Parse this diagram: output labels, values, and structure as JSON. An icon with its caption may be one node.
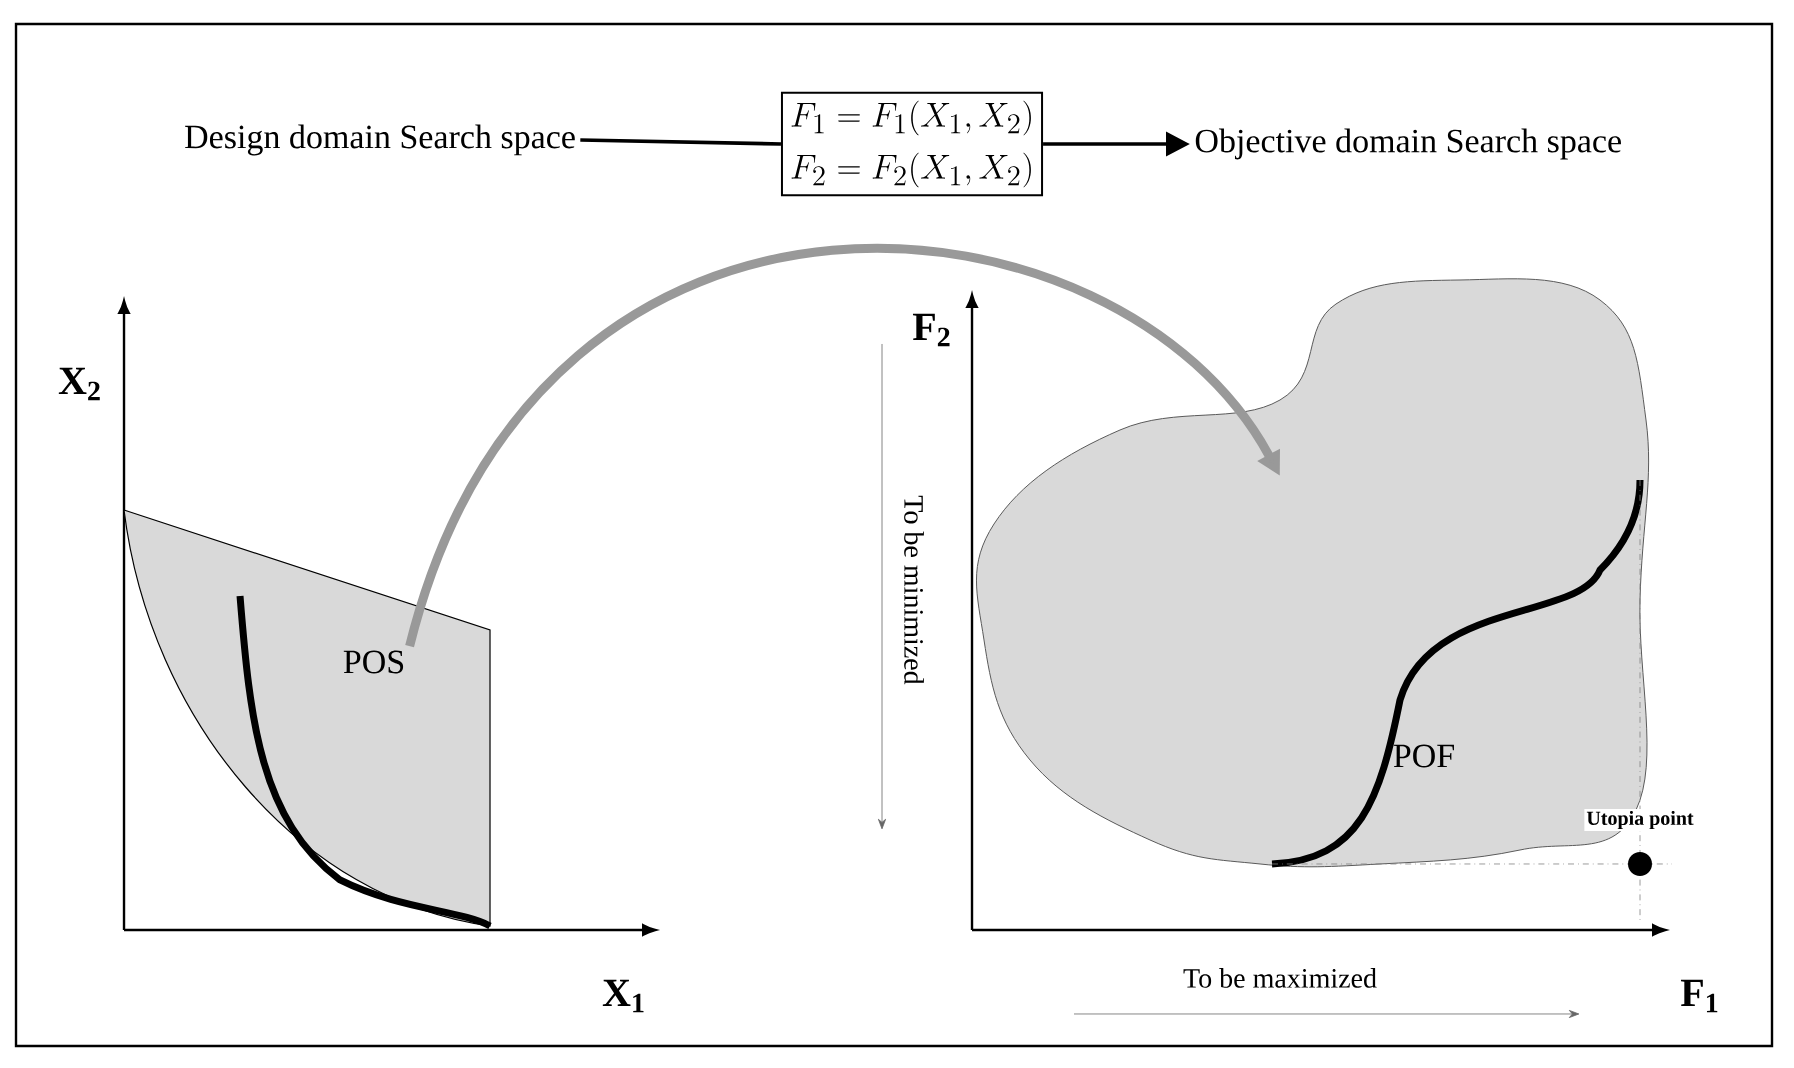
{
  "diagram": {
    "nodes": [
      {
        "text": [
          "Design domain Search space"
        ]
      },
      {
        "text": [
          "F_1 = F_1(X_1, X_2)",
          "F_2 = F_2(X_1, X_2)"
        ]
      },
      {
        "text": [
          "Objective domain Search space"
        ]
      },
      {
        "text": [
          "POS"
        ]
      },
      {
        "text": [
          "POF"
        ]
      }
    ],
    "edges": [
      {
        "from": 0,
        "to": 1,
        "arrow": "none"
      },
      {
        "from": 1,
        "to": 2,
        "arrow": "to"
      },
      {
        "from": 3,
        "to": 4,
        "arrow": "to",
        "style": "thick",
        "color": "#999999"
      }
    ],
    "labels": [
      "X$_{2}$",
      "X$_{1}$",
      "F$_{2}$",
      "To be minimized",
      "Utopia point",
      "F$_{1}$",
      "To be maximized"
    ]
  }
}
